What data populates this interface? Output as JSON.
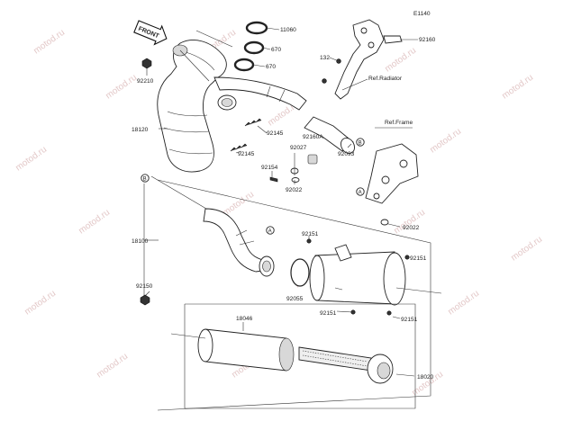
{
  "diagram_code": "E1140",
  "front_label": "FRONT",
  "watermark": "motod.ru",
  "refs": {
    "radiator": "Ref.Radiator",
    "frame": "Ref.Frame"
  },
  "markers": {
    "a": "A",
    "b": "B"
  },
  "callouts": {
    "p11060": "11060",
    "p670a": "670",
    "p670b": "670",
    "p132": "132",
    "p92160": "92160",
    "p92210": "92210",
    "p18120": "18120",
    "p92145a": "92145",
    "p92145b": "92145",
    "p92160A": "92160A",
    "p92027": "92027",
    "p92154": "92154",
    "p92022a": "92022",
    "p92093": "92093",
    "p92022b": "92022",
    "p18100": "18100",
    "p92151a": "92151",
    "p92151b": "92151",
    "p92151c": "92151",
    "p92151d": "92151",
    "p92150": "92150",
    "p92055": "92055",
    "p18046": "18046",
    "p18020": "18020"
  }
}
